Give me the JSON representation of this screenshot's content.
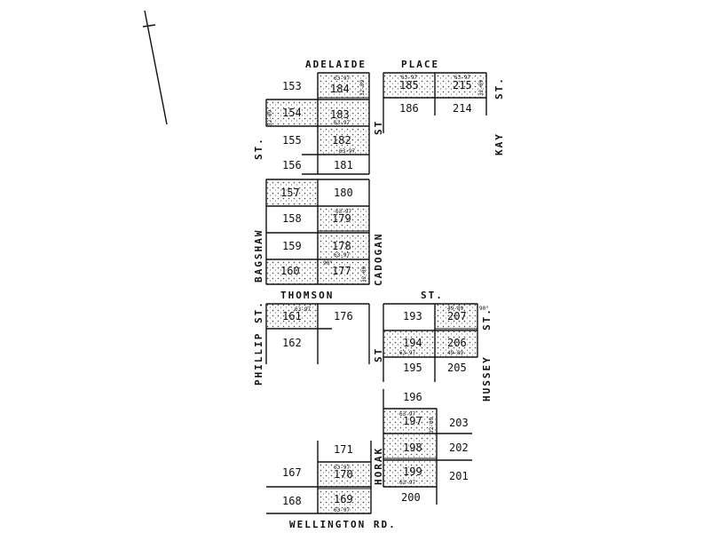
{
  "streets": {
    "adelaide": "ADELAIDE",
    "place": "PLACE",
    "kay": "KAY",
    "kay_st": "ST.",
    "bagshaw": "BAGSHAW",
    "bagshaw_st": "ST.",
    "cadogan": "CADOGAN",
    "cadogan_st": "ST",
    "thomson": "THOMSON",
    "thomson_st": "ST.",
    "phillip": "PHILLIP",
    "phillip_st": "ST.",
    "hussey": "HUSSEY",
    "hussey_st": "ST.",
    "horak": "HORAK",
    "horak_st": "ST",
    "wellington": "WELLINGTON RD."
  },
  "lots": {
    "l153": "153",
    "l184": "184",
    "l185": "185",
    "l215": "215",
    "l154": "154",
    "l183": "183",
    "l186": "186",
    "l214": "214",
    "l155": "155",
    "l182": "182",
    "l156": "156",
    "l181": "181",
    "l157": "157",
    "l180": "180",
    "l158": "158",
    "l179": "179",
    "l159": "159",
    "l178": "178",
    "l160": "160",
    "l177": "177",
    "l161": "161",
    "l176": "176",
    "l162": "162",
    "l193": "193",
    "l207": "207",
    "l194": "194",
    "l206": "206",
    "l195": "195",
    "l205": "205",
    "l196": "196",
    "l197": "197",
    "l203": "203",
    "l198": "198",
    "l202": "202",
    "l199": "199",
    "l201": "201",
    "l200": "200",
    "l171": "171",
    "l167": "167",
    "l170": "170",
    "l168": "168",
    "l169": "169"
  },
  "dimensions": {
    "d6397": "63-97",
    "d3209": "32-09",
    "d4989": "49-89",
    "d90": "90°"
  }
}
